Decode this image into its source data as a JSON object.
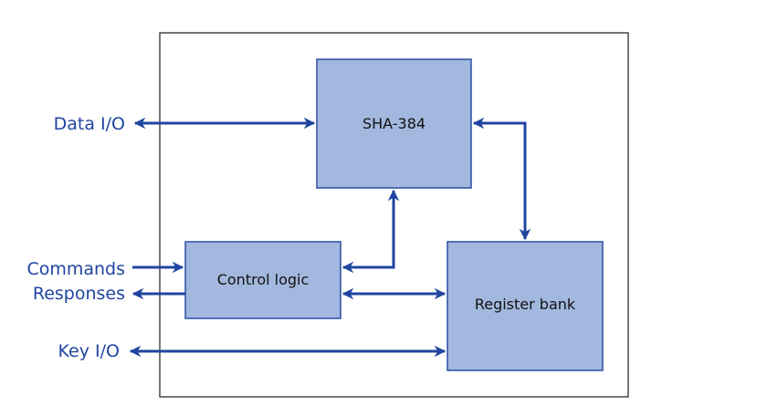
{
  "blocks": {
    "sha": "SHA-384",
    "control": "Control logic",
    "register": "Register bank"
  },
  "ports": {
    "data_io": "Data I/O",
    "commands": "Commands",
    "responses": "Responses",
    "key_io": "Key I/O"
  },
  "colors": {
    "block_fill": "#a2b8de",
    "block_stroke": "#2a4ea3",
    "wire": "#1f45a0",
    "frame": "#1a1a1a"
  }
}
